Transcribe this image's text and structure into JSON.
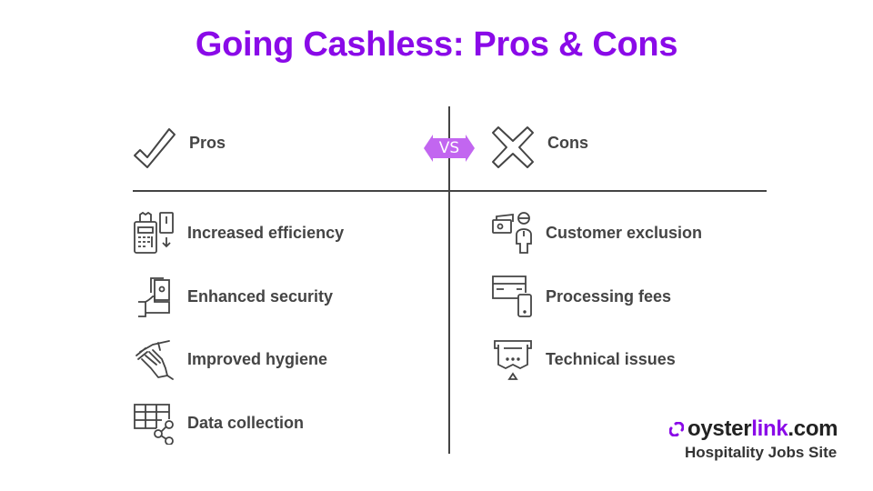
{
  "title": "Going Cashless: Pros & Cons",
  "colors": {
    "accent": "#8a0ae8",
    "vs_badge": "#c266f0",
    "text": "#444444"
  },
  "vs_label": "VS",
  "pros": {
    "heading": "Pros",
    "icon": "checkmark-icon",
    "items": [
      {
        "label": "Increased efficiency",
        "icon": "payment-terminal-icon"
      },
      {
        "label": "Enhanced security",
        "icon": "hand-cash-icon"
      },
      {
        "label": "Improved hygiene",
        "icon": "washing-hands-icon"
      },
      {
        "label": "Data collection",
        "icon": "table-share-icon"
      }
    ]
  },
  "cons": {
    "heading": "Cons",
    "icon": "cross-icon",
    "items": [
      {
        "label": "Customer exclusion",
        "icon": "cash-person-icon"
      },
      {
        "label": "Processing fees",
        "icon": "card-phone-icon"
      },
      {
        "label": "Technical issues",
        "icon": "receipt-printer-icon"
      }
    ]
  },
  "logo": {
    "brand_prefix": "oyster",
    "brand_accent": "link",
    "brand_suffix": ".com",
    "tagline": "Hospitality Jobs Site"
  }
}
